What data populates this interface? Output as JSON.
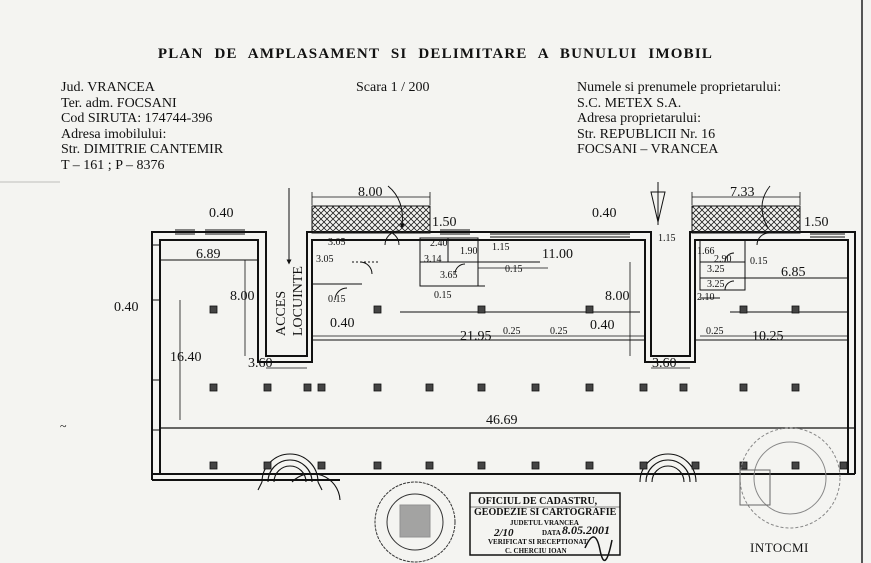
{
  "title": "PLAN  DE  AMPLASAMENT  SI  DELIMITARE  A  BUNULUI  IMOBIL",
  "scale": "Scara 1 / 200",
  "left_info": [
    "Jud. VRANCEA",
    "Ter. adm. FOCSANI",
    "Cod SIRUTA: 174744-396",
    "Adresa imobilului:",
    "Str. DIMITRIE CANTEMIR",
    "T – 161 ; P – 8376"
  ],
  "right_info": [
    "Numele si prenumele proprietarului:",
    "S.C. METEX S.A.",
    "Adresa proprietarului:",
    "Str. REPUBLICII Nr. 16",
    "FOCSANI – VRANCEA"
  ],
  "access_label": [
    "ACCES",
    "LOCUINTE"
  ],
  "dimensions": {
    "d800_top": "8.00",
    "d150_a": "1.50",
    "d040_a": "0.40",
    "d040_b": "0.40",
    "d733": "7.33",
    "d150_b": "1.50",
    "d115_a": "1.15",
    "d689": "6.89",
    "d305_a": "3.05",
    "d305_b": "3.05",
    "d240": "2.40",
    "d190": "1.90",
    "d115_b": "1.15",
    "d1100": "11.00",
    "d314": "3.14",
    "d365": "3.65",
    "d015_a": "0.15",
    "d015_b": "0.15",
    "d015_c": "0.15",
    "d166": "1.66",
    "d290": "2.90",
    "d015_d": "0.15",
    "d325_a": "3.25",
    "d325_b": "3.25",
    "d685": "6.85",
    "d210": "2.10",
    "d800_l": "8.00",
    "d800_r": "8.00",
    "d040_l": "0.40",
    "d040_c": "0.40",
    "d040_r": "0.40",
    "d2195": "21.95",
    "d025_a": "0.25",
    "d025_b": "0.25",
    "d025_c": "0.25",
    "d1025": "10.25",
    "d1640": "16.40",
    "d360_a": "3.60",
    "d360_b": "3.60",
    "d4669": "46.69"
  },
  "stamp": {
    "line1": "OFICIUL DE CADASTRU,",
    "line2": "GEODEZIE SI CARTOGRAFIE",
    "line3": "JUDETUL VRANCEA",
    "date_label": "DATA",
    "date_value": "8.05.2001",
    "number": "2/10",
    "line5": "VERIFICAT SI RECEPTIONAT",
    "line6": "C. CHERCIU IOAN"
  },
  "footer": "INTOCMI"
}
